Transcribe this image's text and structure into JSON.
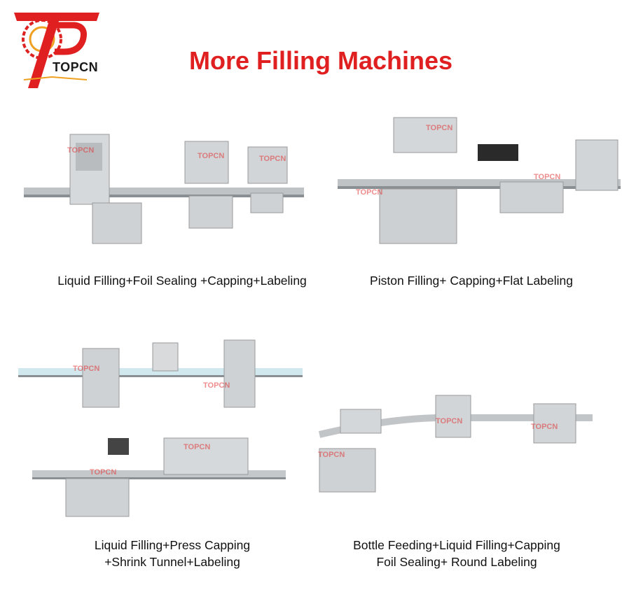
{
  "brand": {
    "name": "TOPCN",
    "primary_color": "#e02020"
  },
  "title": "More Filling Machines",
  "watermark": "TOPCN",
  "lines": [
    {
      "caption": [
        "Liquid Filling+Foil Sealing +Capping+Labeling"
      ]
    },
    {
      "caption": [
        "Piston Filling+ Capping+Flat Labeling"
      ]
    },
    {
      "caption": [
        "Liquid Filling+Press Capping",
        "+Shrink Tunnel+Labeling"
      ]
    },
    {
      "caption": [
        "Bottle Feeding+Liquid Filling+Capping",
        "Foil Sealing+ Round Labeling"
      ]
    }
  ]
}
